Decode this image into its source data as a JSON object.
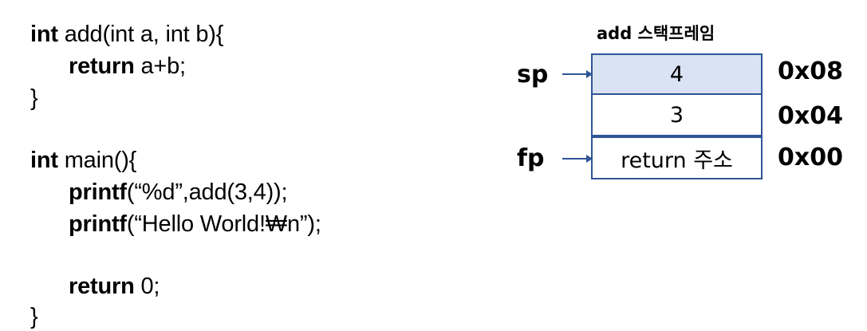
{
  "code": {
    "lines": [
      {
        "kw": "int",
        "rest": " add(int a, int b){"
      },
      {
        "kw": "return",
        "rest": " a+b;"
      },
      {
        "kw": "",
        "rest": "}"
      },
      {
        "kw": "int",
        "rest": " main(){"
      },
      {
        "kw": "printf",
        "rest": "(“%d”,add(3,4));"
      },
      {
        "kw": "printf",
        "rest": "(“Hello World!₩n”);"
      },
      {
        "kw": "return",
        "rest": " 0;"
      },
      {
        "kw": "",
        "rest": "}"
      }
    ]
  },
  "frame": {
    "title": "add 스택프레임",
    "cells": [
      "4",
      "3",
      "return 주소"
    ],
    "addresses": [
      "0x08",
      "0x04",
      "0x00"
    ],
    "pointers": {
      "sp": "sp",
      "fp": "fp"
    },
    "colors": {
      "border": "#2f5597",
      "top_fill": "#dae3f3",
      "arrow": "#2f5597"
    }
  }
}
